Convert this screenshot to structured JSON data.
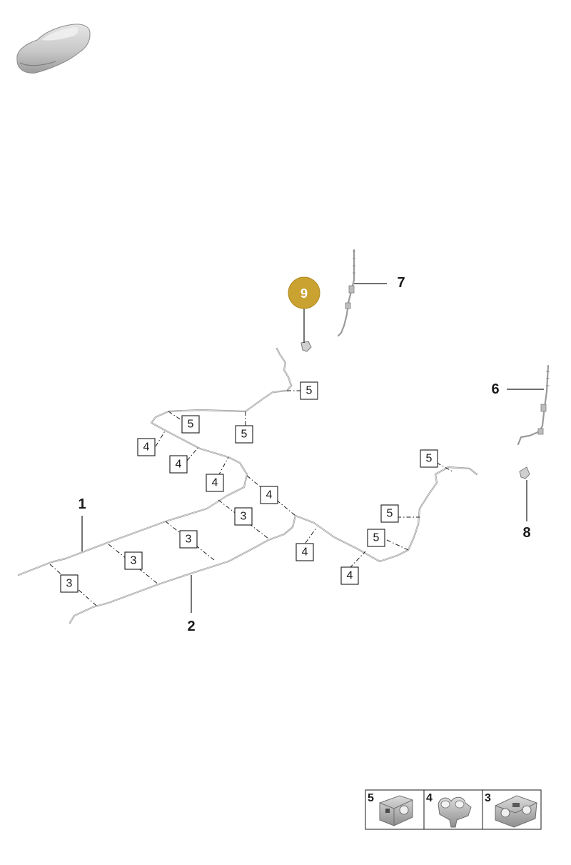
{
  "colors": {
    "highlight_badge": "#c9a232",
    "line": "#9a9a9a",
    "text": "#1a1a1a"
  },
  "icons": {
    "vehicle": "car-silhouette-icon",
    "clip_5": "clip-type-5-icon",
    "clip_4": "clip-type-4-icon",
    "clip_3": "clip-type-3-icon"
  },
  "parts": {
    "p1": "1",
    "p2": "2",
    "p6": "6",
    "p7": "7",
    "p8": "8",
    "p9": "9"
  },
  "callouts": {
    "c3": "3",
    "c4": "4",
    "c5": "5"
  },
  "legend": [
    {
      "label": "5",
      "icon": "clip-type-5-icon"
    },
    {
      "label": "4",
      "icon": "clip-type-4-icon"
    },
    {
      "label": "3",
      "icon": "clip-type-3-icon"
    }
  ]
}
